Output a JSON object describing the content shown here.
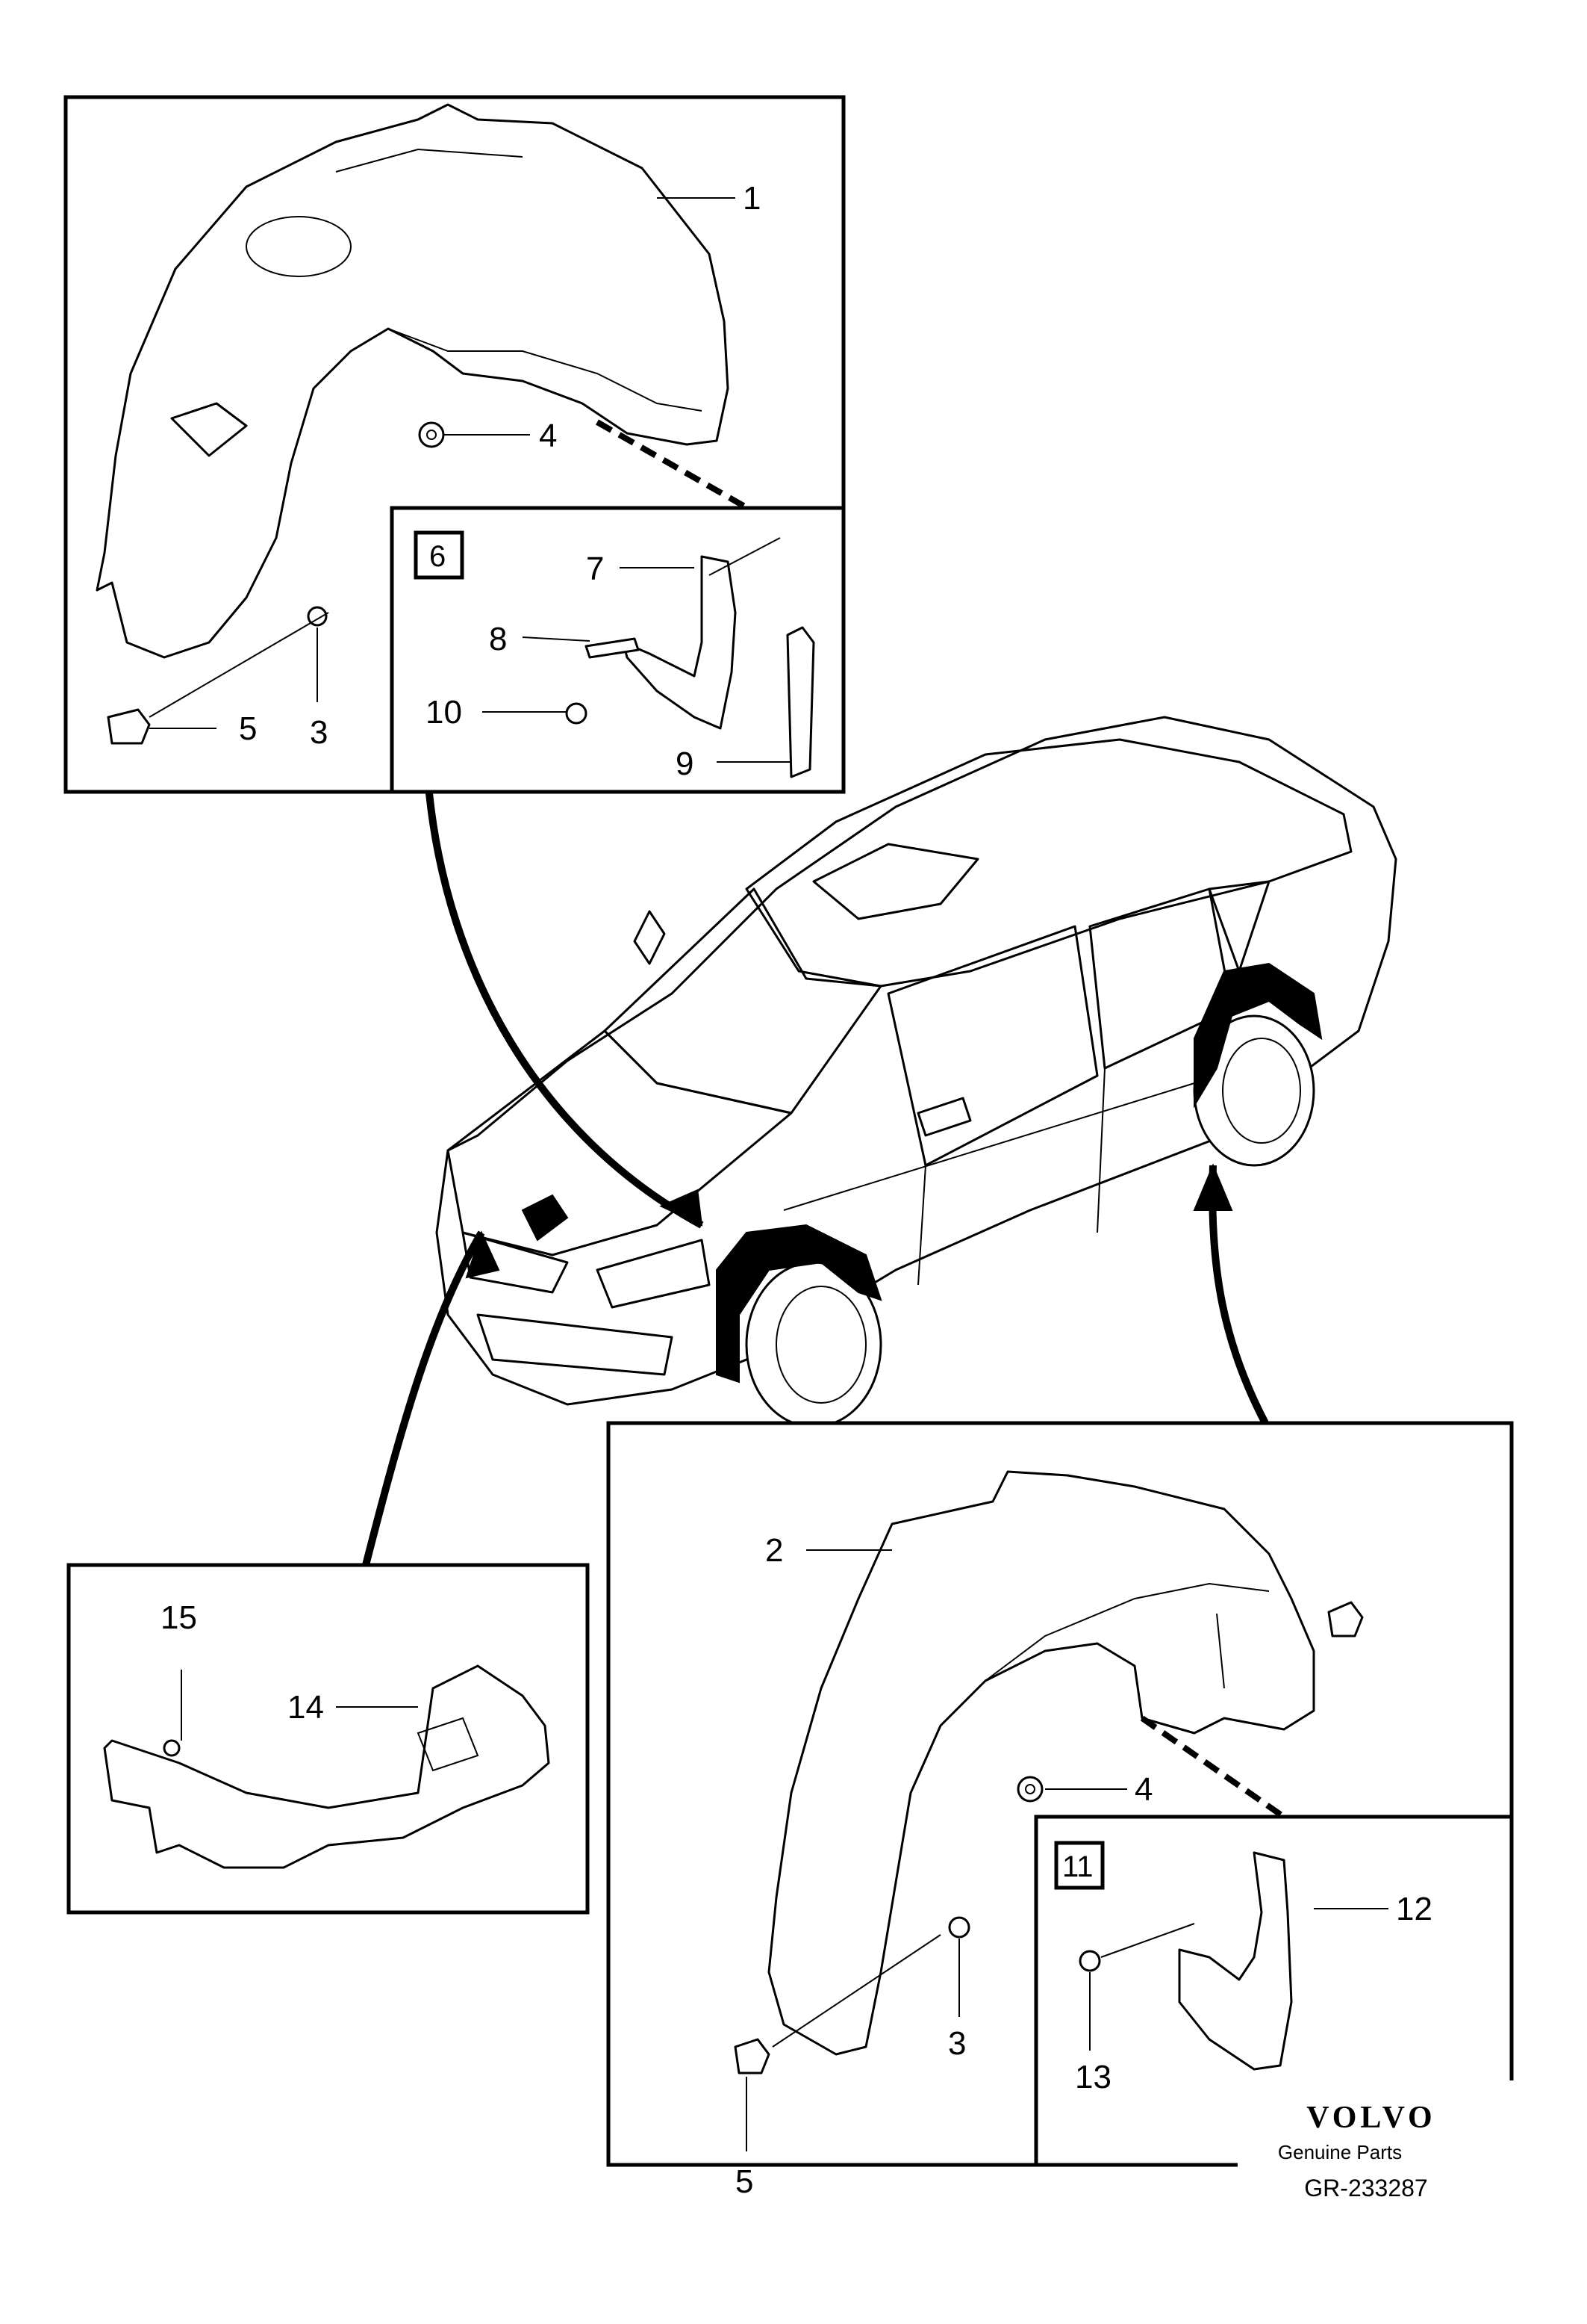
{
  "callouts": {
    "c1": "1",
    "c2": "2",
    "c3a": "3",
    "c3b": "3",
    "c4a": "4",
    "c4b": "4",
    "c5a": "5",
    "c5b": "5",
    "c6": "6",
    "c7": "7",
    "c8": "8",
    "c9": "9",
    "c10": "10",
    "c11": "11",
    "c12": "12",
    "c13": "13",
    "c14": "14",
    "c15": "15"
  },
  "brand": {
    "name": "VOLVO",
    "tagline": "Genuine Parts",
    "code": "GR-233287"
  }
}
